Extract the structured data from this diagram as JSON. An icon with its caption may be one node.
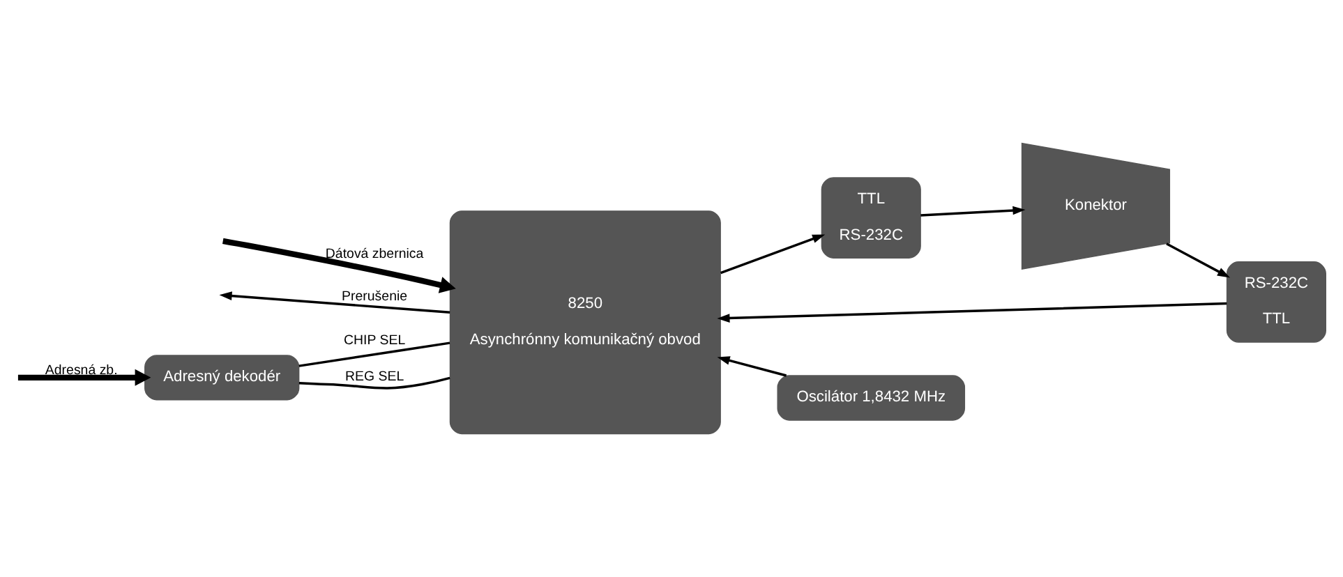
{
  "diagram": {
    "nodes": [
      {
        "text": [
          "Adresný dekodér"
        ]
      },
      {
        "text": [
          "8250",
          "Asynchrónny komunikačný obvod"
        ]
      },
      {
        "text": [
          "TTL",
          "RS-232C"
        ]
      },
      {
        "text": [
          "Konektor"
        ]
      },
      {
        "text": [
          "RS-232C",
          "TTL"
        ]
      },
      {
        "text": [
          "Oscilátor 1,8432 MHz"
        ]
      }
    ],
    "edges": [
      {
        "from": null,
        "to": 0,
        "arrow": "to",
        "label": "Adresná zb.",
        "style": "thick"
      },
      {
        "from": 0,
        "to": 1,
        "arrow": "none",
        "label": "CHIP SEL"
      },
      {
        "from": 0,
        "to": 1,
        "arrow": "none",
        "label": "REG SEL"
      },
      {
        "from": null,
        "to": 1,
        "arrow": "to",
        "label": "Dátová zbernica",
        "style": "thick"
      },
      {
        "from": 1,
        "to": null,
        "arrow": "to",
        "label": "Prerušenie"
      },
      {
        "from": 1,
        "to": 2,
        "arrow": "to"
      },
      {
        "from": 2,
        "to": 3,
        "arrow": "to"
      },
      {
        "from": 3,
        "to": 4,
        "arrow": "to"
      },
      {
        "from": 4,
        "to": 1,
        "arrow": "to"
      },
      {
        "from": 5,
        "to": 1,
        "arrow": "to"
      }
    ]
  }
}
